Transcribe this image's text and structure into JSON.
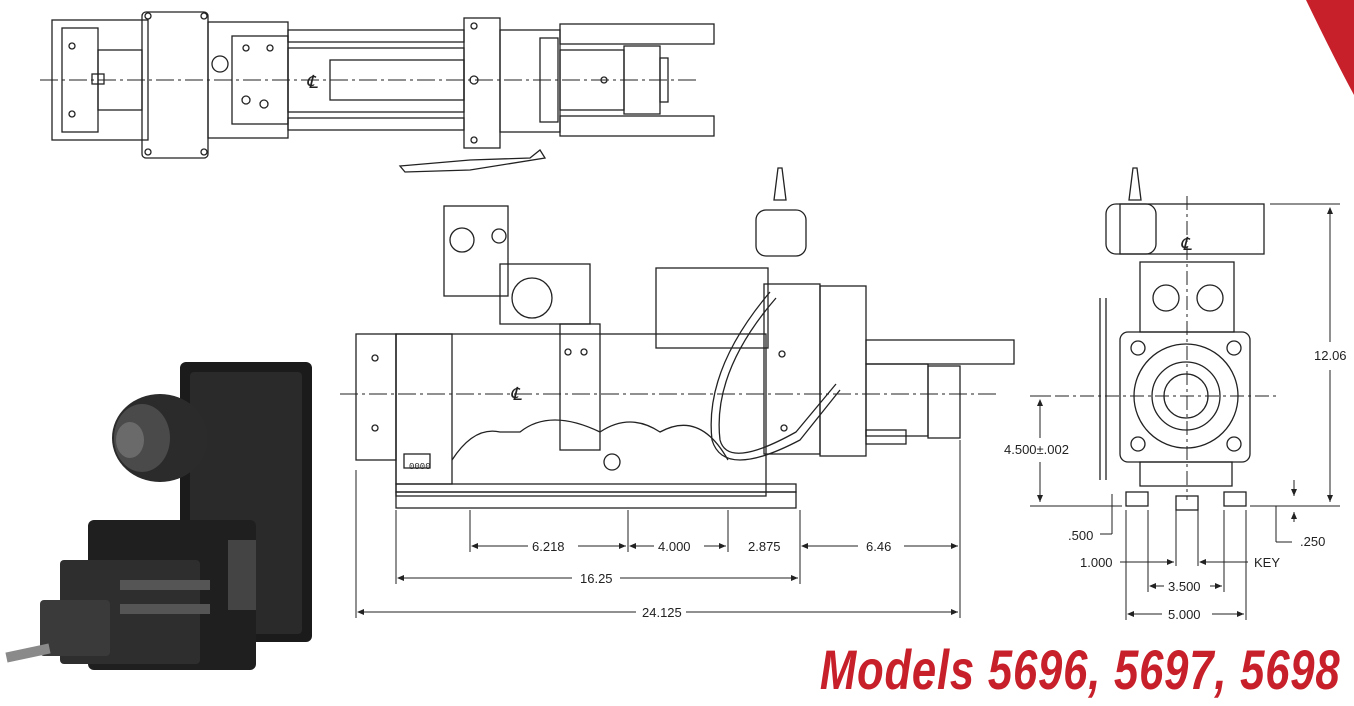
{
  "title": "Models 5696, 5697, 5698",
  "centerline_symbol": "℄",
  "side_view": {
    "dimensions": {
      "d_6218": "6.218",
      "d_4000": "4.000",
      "d_2875": "2.875",
      "d_646": "6.46",
      "d_1625": "16.25",
      "d_24125": "24.125"
    },
    "counter_label": "0000"
  },
  "end_view": {
    "dimensions": {
      "height": "12.06",
      "center_height": "4.500±.002",
      "d_500": ".500",
      "d_250": ".250",
      "d_1000": "1.000",
      "key": "KEY",
      "d_3500": "3.500",
      "d_5000": "5.000"
    }
  },
  "colors": {
    "accent": "#c8202a",
    "line": "#222222",
    "photo_dark": "#1a1a1a"
  }
}
